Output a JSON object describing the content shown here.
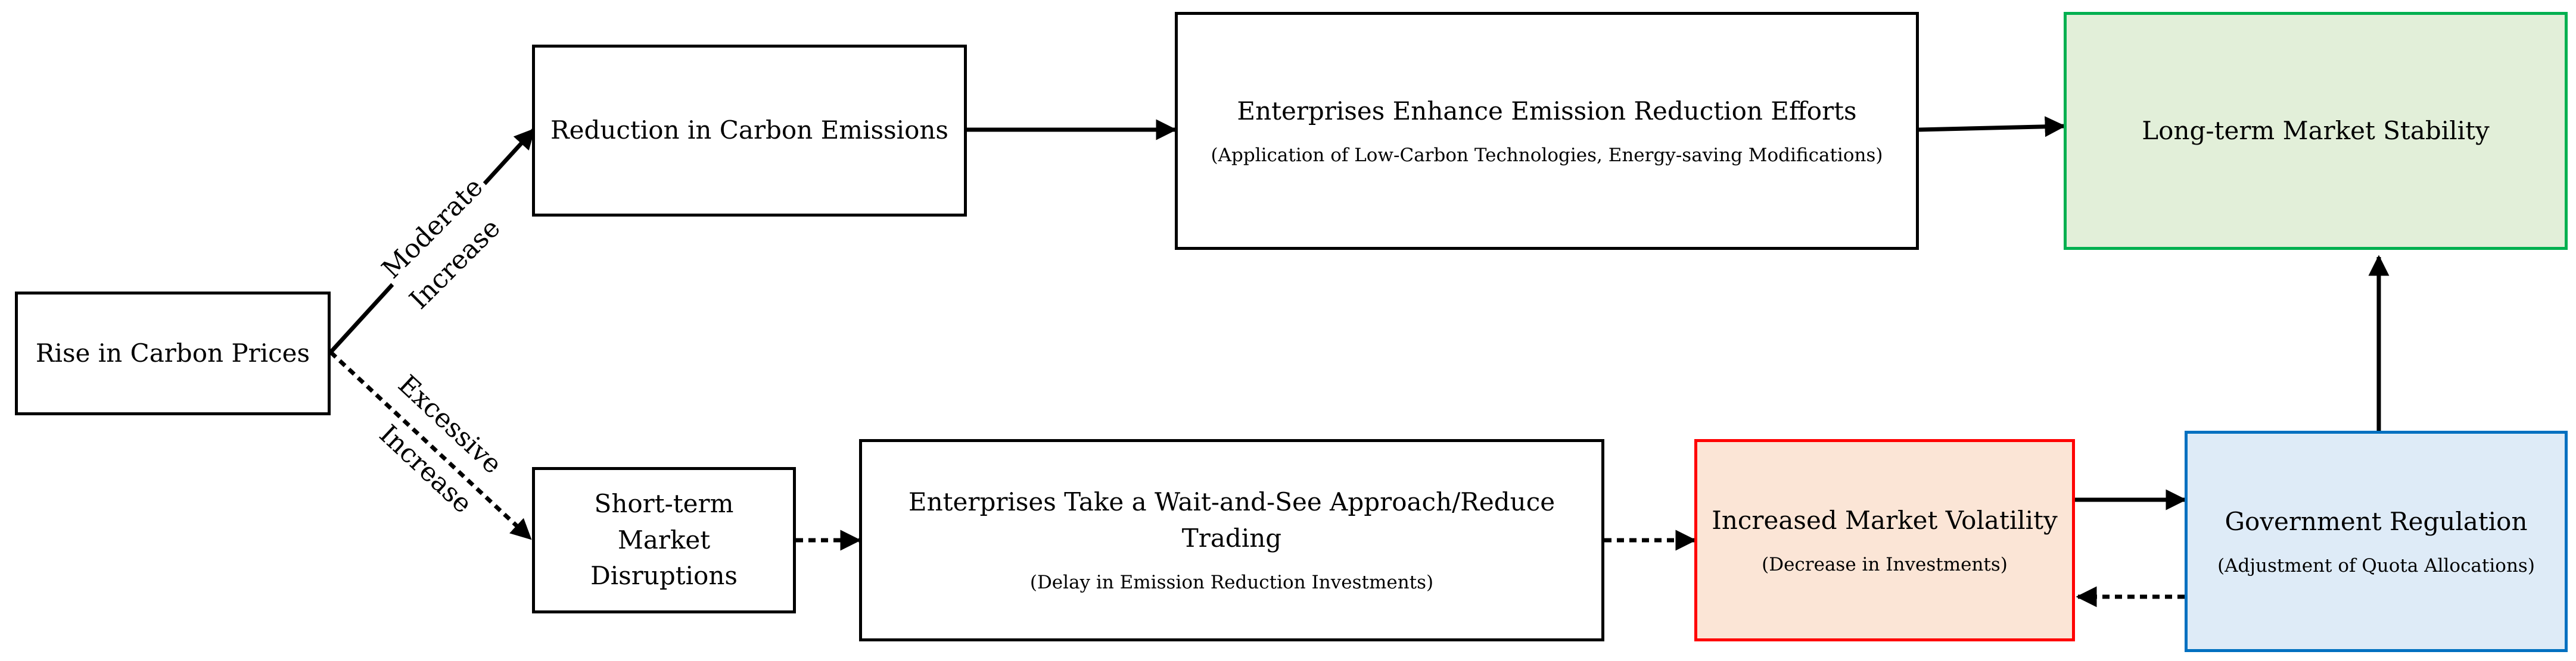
{
  "nodes": {
    "rise": {
      "label": "Rise in Carbon Prices"
    },
    "reduction": {
      "label": "Reduction in Carbon Emissions"
    },
    "enhance": {
      "label": "Enterprises Enhance Emission Reduction Efforts",
      "sublabel": "(Application of Low-Carbon Technologies, Energy-saving Modifications)"
    },
    "stability": {
      "label": "Long-term Market Stability"
    },
    "disruption": {
      "label": "Short-term Market Disruptions"
    },
    "waitsee": {
      "label": "Enterprises Take a Wait-and-See Approach/Reduce Trading",
      "sublabel": "(Delay in Emission Reduction Investments)"
    },
    "volatility": {
      "label": "Increased Market Volatility",
      "sublabel": "(Decrease in Investments)"
    },
    "regulation": {
      "label": "Government Regulation",
      "sublabel": "(Adjustment of Quota Allocations)"
    }
  },
  "edge_labels": {
    "moderate": "Moderate",
    "moderate_2": "Increase",
    "excessive": "Excessive",
    "excessive_2": "Increase"
  },
  "colors": {
    "stability_fill": "#e2efd9",
    "stability_border": "#00b050",
    "volatility_fill": "#fbe5d6",
    "volatility_border": "#ff0000",
    "regulation_fill": "#deebf7",
    "regulation_border": "#0070c0"
  }
}
